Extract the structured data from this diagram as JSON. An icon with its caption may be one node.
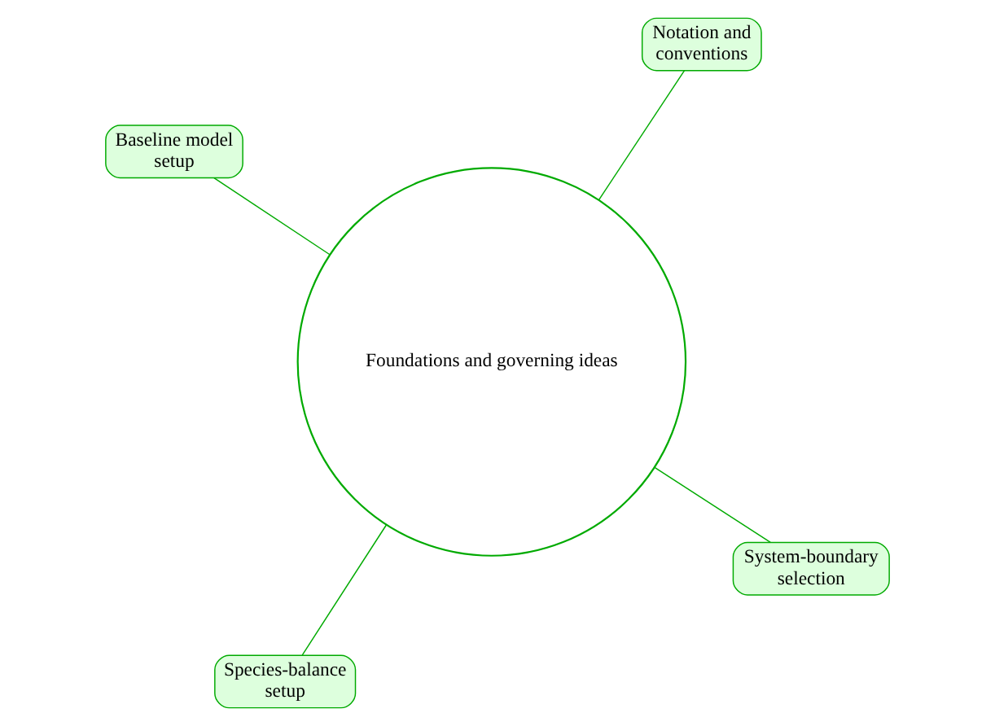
{
  "diagram": {
    "nodes": [
      {
        "text": [
          "Foundations and governing ideas"
        ]
      },
      {
        "text": [
          "System-boundary selection"
        ]
      },
      {
        "text": [
          "Species-balance setup"
        ]
      },
      {
        "text": [
          "Baseline model setup"
        ]
      },
      {
        "text": [
          "Notation and conventions"
        ]
      }
    ],
    "edges": [
      {
        "from": 0,
        "to": 1,
        "arrow": "none"
      },
      {
        "from": 0,
        "to": 2,
        "arrow": "none"
      },
      {
        "from": 0,
        "to": 3,
        "arrow": "none"
      },
      {
        "from": 0,
        "to": 4,
        "arrow": "none"
      }
    ]
  }
}
